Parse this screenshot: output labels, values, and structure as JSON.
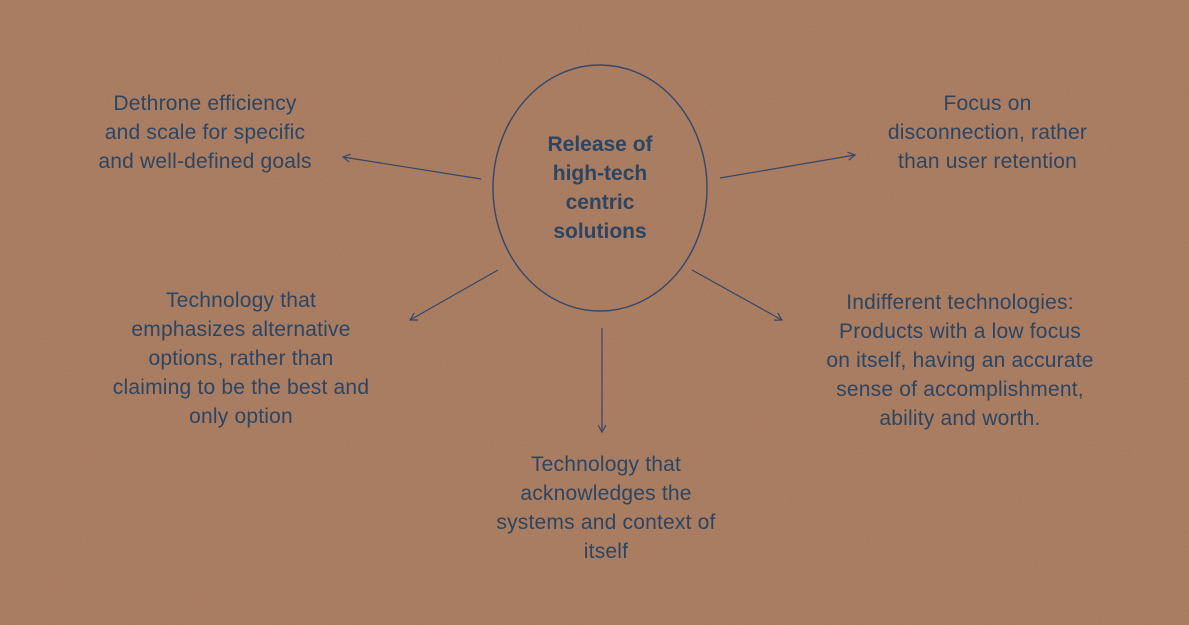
{
  "colors": {
    "background": "#a8795c",
    "text": "#2b4563",
    "line": "#34476a"
  },
  "center": {
    "label": "Release of\nhigh-tech\ncentric\nsolutions"
  },
  "nodes": {
    "top_left": "Dethrone efficiency\nand scale for specific\nand well-defined goals",
    "top_right": "Focus on\ndisconnection, rather\nthan user retention",
    "middle_left": "Technology that\nemphasizes alternative\noptions, rather than\nclaiming to be the best and\nonly option",
    "middle_right": "Indifferent technologies:\nProducts with a low focus\non itself, having an accurate\nsense of accomplishment,\nability and worth.",
    "bottom": "Technology that\nacknowledges the\nsystems and context of\nitself"
  }
}
